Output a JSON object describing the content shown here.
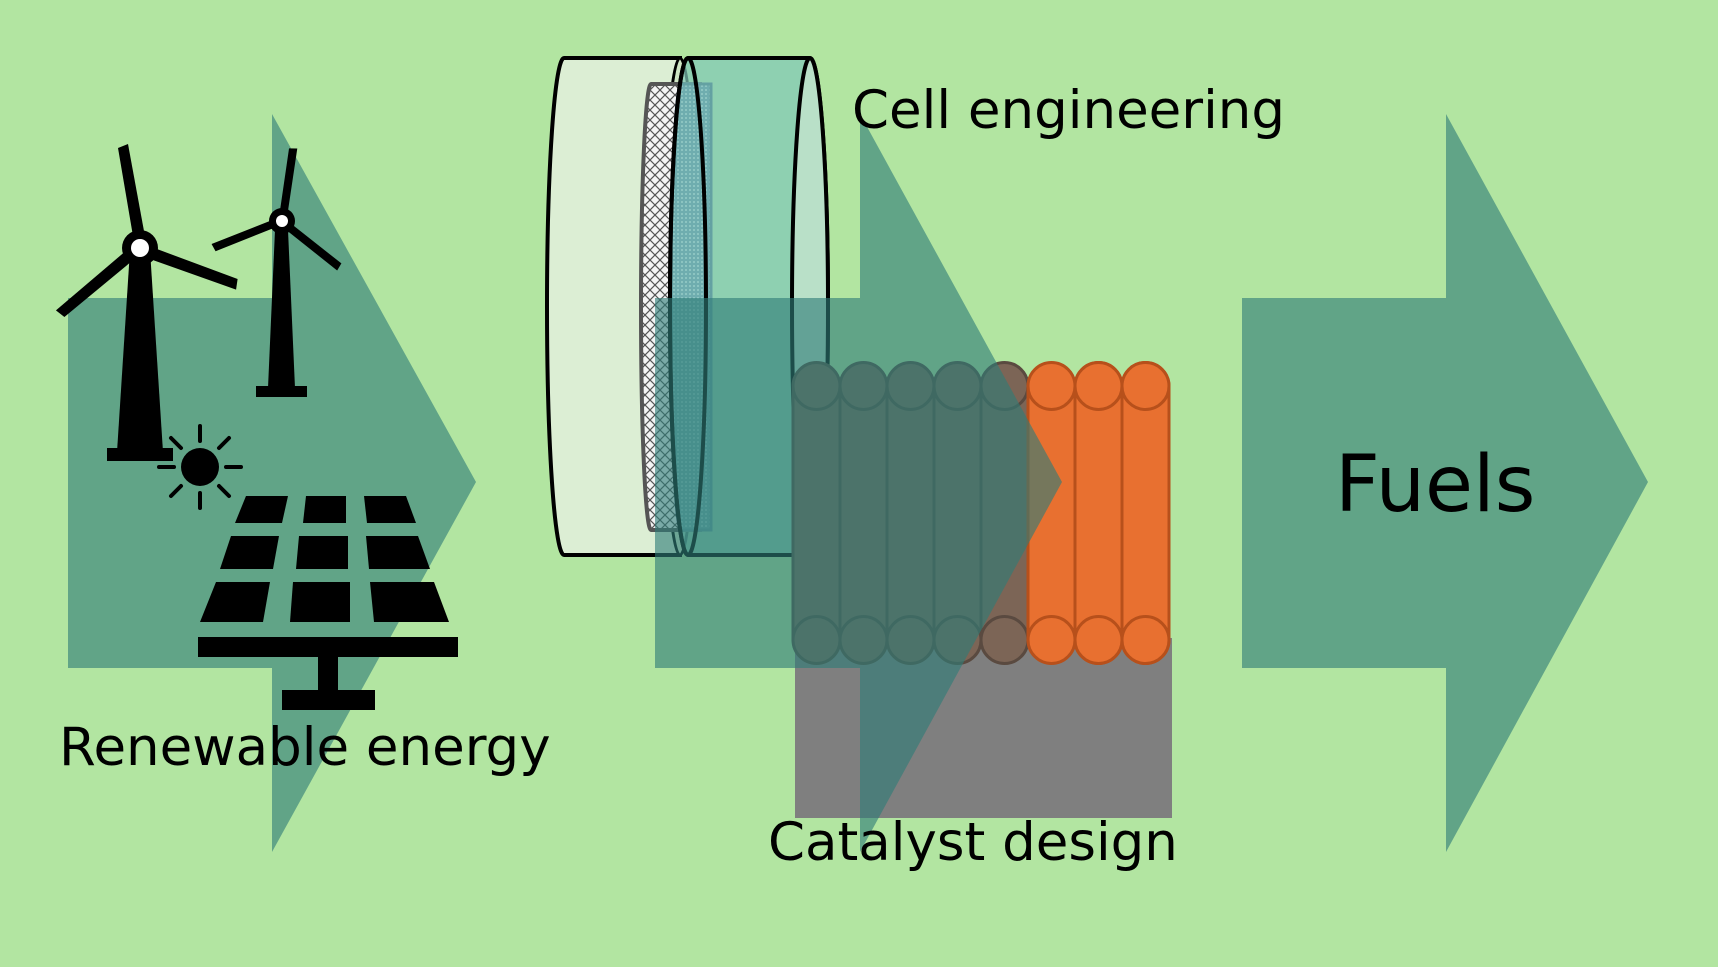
{
  "labels": {
    "renewable": "Renewable energy",
    "cell": "Cell engineering",
    "catalyst": "Catalyst design",
    "fuels": "Fuels"
  },
  "colors": {
    "background": "#b2e5a1",
    "arrow": "#2f7d78",
    "catalyst_brown": "#7c6556",
    "catalyst_orange": "#e87030",
    "substrate_gray": "#7f7f7f",
    "cell_teal": "#7fc8b8"
  },
  "icons": [
    "wind-turbine-icon",
    "sun-icon",
    "solar-panel-icon",
    "electrochemical-cell-icon",
    "catalyst-nanorods-icon"
  ]
}
